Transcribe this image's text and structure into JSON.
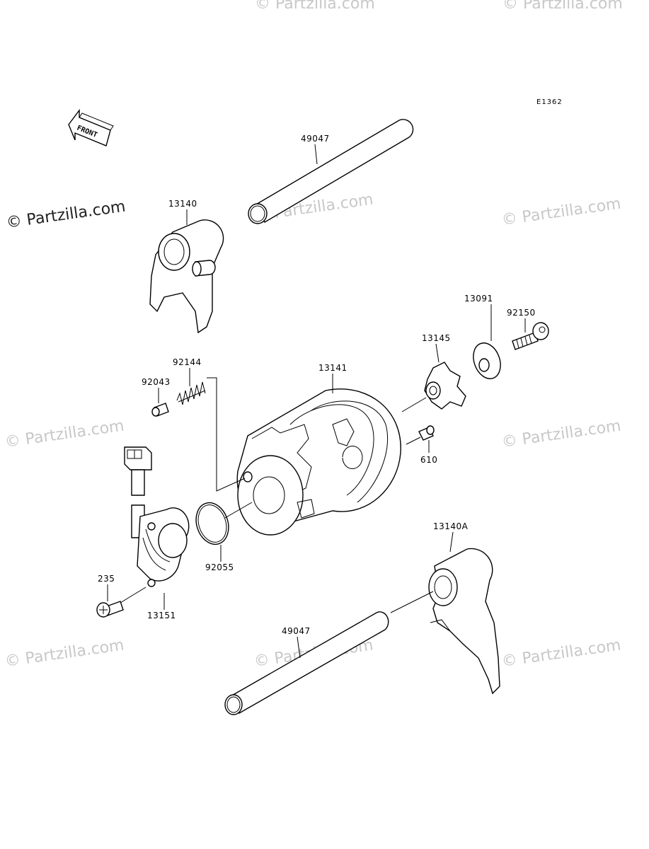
{
  "diagram": {
    "code": "E1362",
    "front_label": "FRONT",
    "watermark_main": "© Partzilla.com",
    "watermark_faint": "© Partzilla.com",
    "labels": {
      "p49047_top": "49047",
      "p13140": "13140",
      "p92150": "92150",
      "p13091": "13091",
      "p13145": "13145",
      "p13141": "13141",
      "p92144": "92144",
      "p92043": "92043",
      "p610": "610",
      "p92055": "92055",
      "p13140A": "13140A",
      "p235": "235",
      "p13151": "13151",
      "p49047_bottom": "49047"
    }
  }
}
